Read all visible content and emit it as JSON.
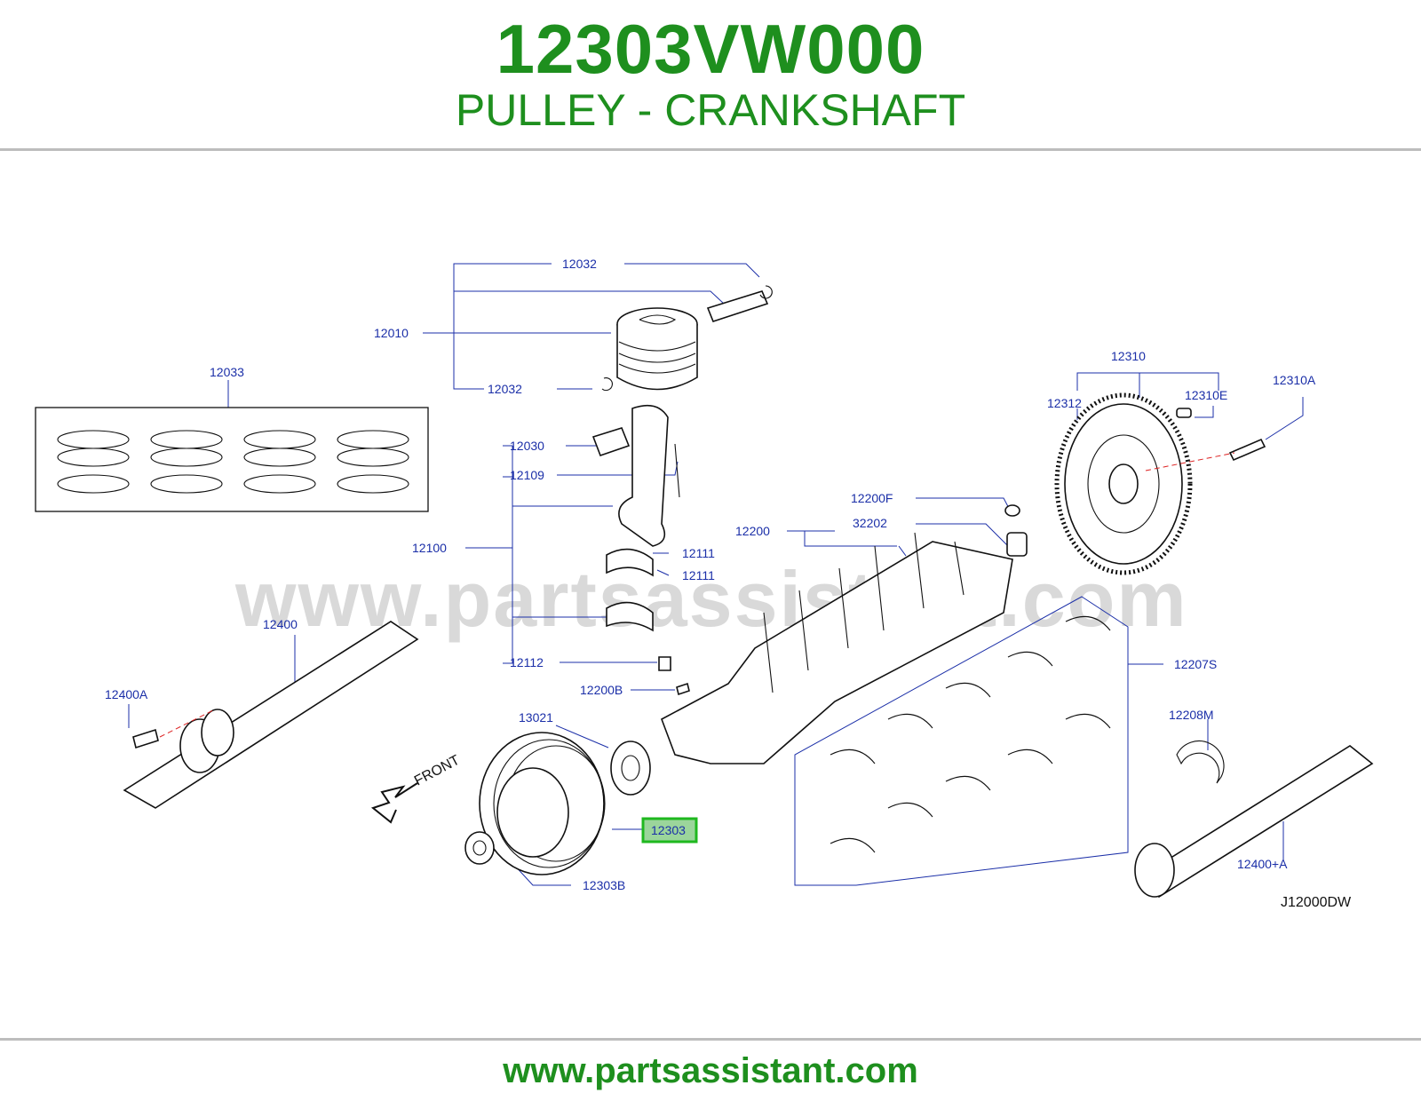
{
  "header": {
    "part_number": "12303VW000",
    "part_name": "PULLEY - CRANKSHAFT"
  },
  "diagram": {
    "watermark": "www.partsassistant.com",
    "reference_code": "J12000DW",
    "front_label": "FRONT",
    "highlighted_callout": "12303",
    "callouts": [
      "12032",
      "12010",
      "12032",
      "12033",
      "12030",
      "12109",
      "12100",
      "12111",
      "12111",
      "12112",
      "12200B",
      "12200F",
      "32202",
      "12200",
      "12310",
      "12312",
      "12310E",
      "12310A",
      "12400",
      "12400A",
      "13021",
      "12303",
      "12303B",
      "12207S",
      "12208M",
      "12400+A"
    ]
  },
  "footer": {
    "url": "www.partsassistant.com"
  },
  "colors": {
    "title_green": "#1e8f1e",
    "callout_blue": "#1b2fa8",
    "highlight_fill": "#9bd59b",
    "highlight_border": "#1fb81f"
  }
}
